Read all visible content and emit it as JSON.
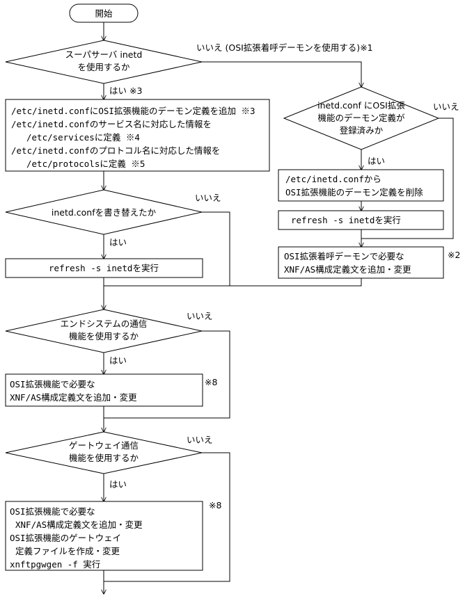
{
  "start": "開始",
  "d1": {
    "line1": "スーパサーバ inetd",
    "line2": "を使用するか",
    "no": "いいえ (OSI拡張着呼デーモンを使用する)※1",
    "yes": "はい ※3"
  },
  "box1": [
    "/etc/inetd.confにOSI拡張機能のデーモン定義を追加 ※3",
    "/etc/inetd.confのサービス名に対応した情報を",
    "/etc/servicesに定義 ※4",
    "/etc/inetd.confのプロトコル名に対応した情報を",
    "/etc/protocolsに定義 ※5"
  ],
  "d_right": {
    "line1": "inetd.conf にOSI拡張",
    "line2": "機能のデーモン定義が",
    "line3": "登録済みか",
    "no": "いいえ",
    "yes": "はい"
  },
  "box_del": {
    "line1": "/etc/inetd.confから",
    "line2": "OSI拡張機能のデーモン定義を削除"
  },
  "box_refresh_right": "refresh -s inetdを実行",
  "box_xnf_right": {
    "line1": "OSI拡張着呼デーモンで必要な",
    "line2": "XNF/AS構成定義文を追加・変更",
    "note": "※2"
  },
  "d2": {
    "line1": "inetd.confを書き替えたか",
    "no": "いいえ",
    "yes": "はい"
  },
  "box_refresh_left": "refresh -s inetdを実行",
  "d3": {
    "line1": "エンドシステムの通信",
    "line2": "機能を使用するか",
    "no": "いいえ",
    "yes": "はい"
  },
  "box_xnf1": {
    "line1": "OSI拡張機能で必要な",
    "line2": "XNF/AS構成定義文を追加・変更",
    "note": "※8"
  },
  "d4": {
    "line1": "ゲートウェイ通信",
    "line2": "機能を使用するか",
    "no": "いいえ",
    "yes": "はい"
  },
  "box_last": [
    "OSI拡張機能で必要な",
    "XNF/AS構成定義文を追加・変更",
    "OSI拡張機能のゲートウェイ",
    "定義ファイルを作成・変更",
    "xnftpgwgen -f 実行"
  ],
  "box_last_note": "※8"
}
